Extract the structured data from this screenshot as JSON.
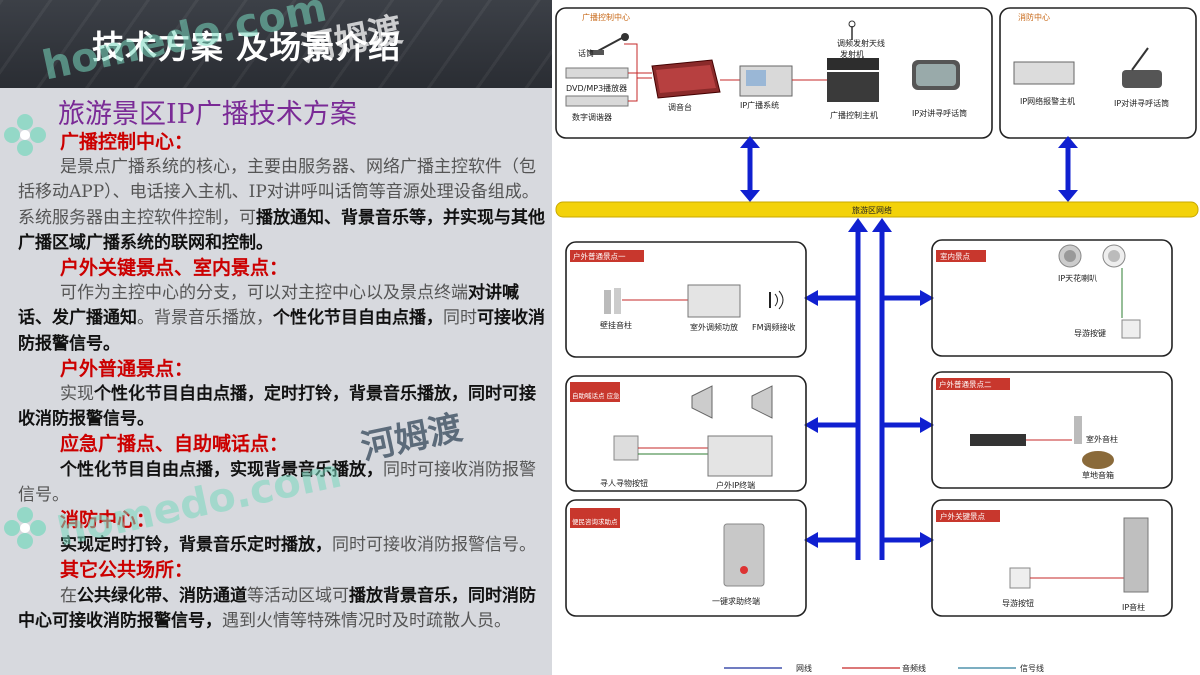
{
  "slide_title": "技术方案 及场景介绍",
  "section_title": "旅游景区IP广播技术方案",
  "content": [
    {
      "head": "广播控制中心：",
      "parts": [
        {
          "t": "是景点广播系统的核心，主要由服务器、网络广播主控软件（包括移动APP）、电话接入主机、IP对讲呼叫话筒等音源处理设备组成。系统服务器由主控软件控制，可",
          "b": false
        },
        {
          "t": "播放通知、背景音乐等，并实现与其他广播区域广播系统的联网和控制。",
          "b": true
        }
      ]
    },
    {
      "head": "户外关键景点、室内景点：",
      "parts": [
        {
          "t": "可作为主控中心的分支，可以对主控中心以及景点终端",
          "b": false
        },
        {
          "t": "对讲喊话、发广播通知",
          "b": true
        },
        {
          "t": "。背景音乐播放，",
          "b": false
        },
        {
          "t": "个性化节目自由点播，",
          "b": true
        },
        {
          "t": "同时",
          "b": false
        },
        {
          "t": "可接收消防报警信号。",
          "b": true
        }
      ]
    },
    {
      "head": "户外普通景点：",
      "parts": [
        {
          "t": "实现",
          "b": false
        },
        {
          "t": "个性化节目自由点播，定时打铃，背景音乐播放，同时可接收消防报警信号。",
          "b": true
        }
      ]
    },
    {
      "head": "应急广播点、自助喊话点：",
      "parts": [
        {
          "t": "个性化节目自由点播，实现背景音乐播放，",
          "b": true
        },
        {
          "t": "同时可接收消防报警信号。",
          "b": false
        }
      ]
    },
    {
      "head": "消防中心：",
      "parts": [
        {
          "t": "实现定时打铃，背景音乐定时播放，",
          "b": true
        },
        {
          "t": "同时可接收消防报警信号。",
          "b": false
        }
      ]
    },
    {
      "head": "其它公共场所：",
      "parts": [
        {
          "t": "在",
          "b": false
        },
        {
          "t": "公共绿化带、消防通道",
          "b": true
        },
        {
          "t": "等活动区域可",
          "b": false
        },
        {
          "t": "播放背景音乐，同时消防中心可接收消防报警信号，",
          "b": true
        },
        {
          "t": "遇到火情等特殊情况时及时疏散人员。",
          "b": false
        }
      ]
    }
  ],
  "watermark": {
    "latin": "homedo.com",
    "cn": "河姆渡"
  },
  "diagram": {
    "control_center": {
      "title": "广播控制中心",
      "labels": {
        "mic": "话筒",
        "dvd": "DVD/MP3播放器",
        "tuner": "数字调谐器",
        "mixer": "调音台",
        "ip_system": "IP广播系统",
        "antenna": "调频发射天线",
        "transmitter": "发射机",
        "host": "广播控制主机",
        "intercom": "IP对讲寻呼话筒"
      }
    },
    "fire_center": {
      "title": "消防中心",
      "labels": {
        "alarm_host": "IP网络报警主机",
        "intercom": "IP对讲寻呼话筒"
      }
    },
    "network": "旅游区网络",
    "zones": {
      "outdoor1": {
        "title": "户外普通景点一",
        "labels": {
          "speaker": "壁挂音柱",
          "amp": "室外调频功放",
          "fm": "FM调频接收"
        }
      },
      "indoor": {
        "title": "室内景点",
        "labels": {
          "ceiling": "IP天花喇叭",
          "button": "导游按键"
        }
      },
      "emergency": {
        "title": "自助喊话点 应急广播点",
        "labels": {
          "button": "寻人寻物按钮",
          "terminal": "户外IP终端"
        }
      },
      "outdoor2": {
        "title": "户外普通景点二",
        "labels": {
          "column": "室外音柱",
          "lawn": "草地音箱"
        }
      },
      "help": {
        "title": "便民咨询求助点",
        "labels": {
          "terminal": "一键求助终端"
        }
      },
      "key": {
        "title": "户外关键景点",
        "labels": {
          "button": "导游按钮",
          "column": "IP音柱"
        }
      }
    },
    "legend": [
      {
        "label": "网线",
        "color": "#1b2d9c"
      },
      {
        "label": "音频线",
        "color": "#c62828"
      },
      {
        "label": "信号线",
        "color": "#2e7d9c"
      }
    ]
  }
}
